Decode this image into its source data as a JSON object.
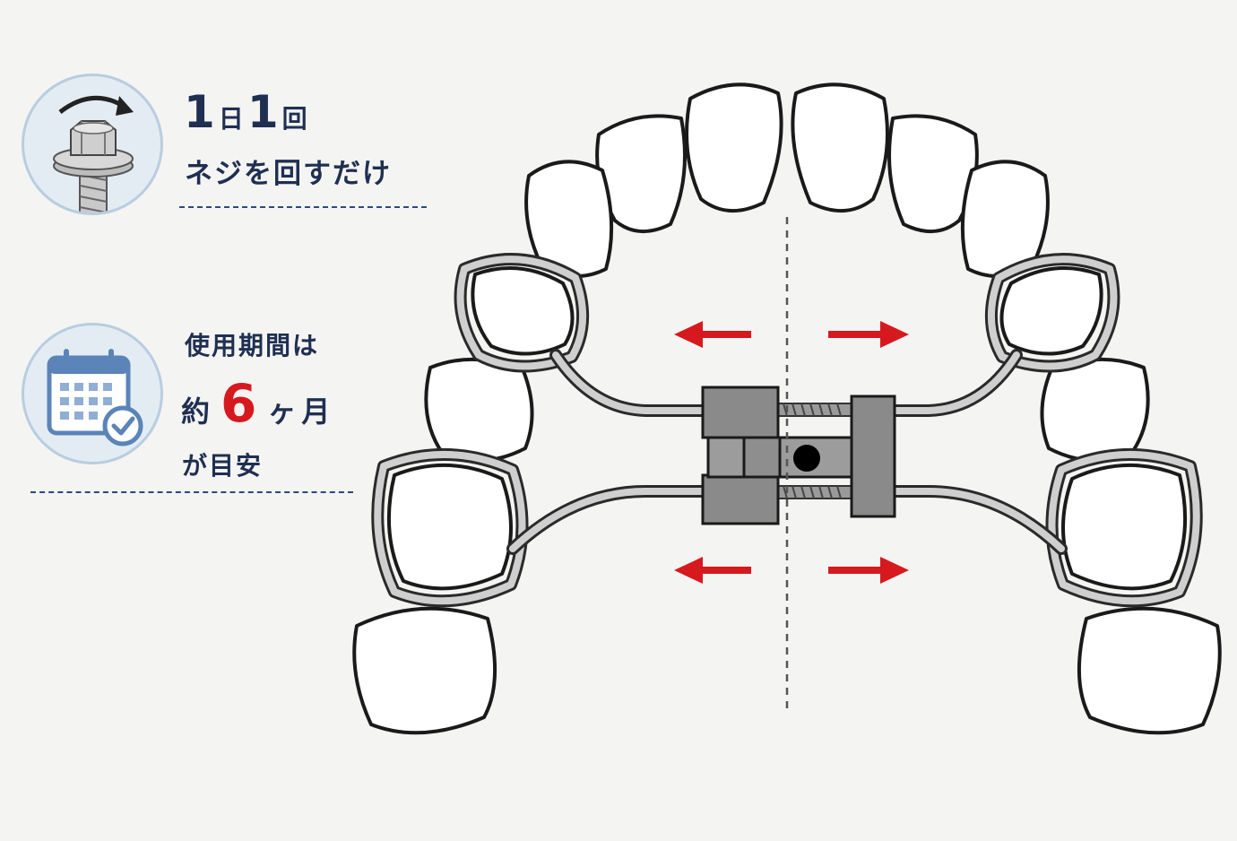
{
  "info": {
    "frequency": {
      "count1": "1",
      "unit1": "日",
      "count2": "1",
      "unit2": "回",
      "action": "ネジを回すだけ",
      "icon": "screw-rotate-icon"
    },
    "duration": {
      "label": "使用期間は",
      "prefix": "約",
      "months": "6",
      "unit": "ヶ月",
      "suffix": "が目安",
      "icon": "calendar-check-icon"
    }
  },
  "colors": {
    "navy": "#1f2f52",
    "accent_red": "#d6191e",
    "icon_blue": "#5b84b8",
    "metal": "#8a8a8a"
  }
}
